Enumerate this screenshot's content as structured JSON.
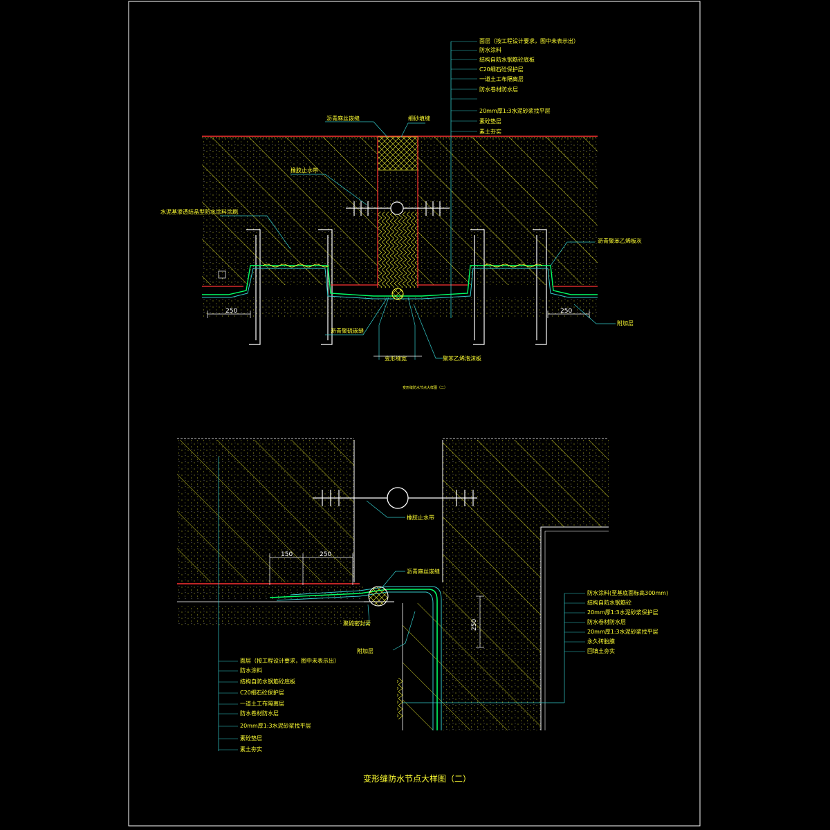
{
  "detail_top": {
    "layer_callout": [
      "面层（按工程设计要求，图中未表示出）",
      "防水涂料",
      "结构自防水钢筋砼底板",
      "C20细石砼保护层",
      "一道土工布隔离层",
      "防水卷材防水层",
      "20mm厚1:3水泥砂浆找平层",
      "素砼垫层",
      "素土夯实"
    ],
    "labels": {
      "sealant_top": "沥青麻丝嵌缝",
      "sand_fill": "细砂填缝",
      "waterstop": "橡胶止水带",
      "membrane_left": "水泥基渗透结晶型防水涂料涂刷",
      "cover_right": "沥青聚苯乙烯板灰",
      "sealant_bottom": "沥青聚硫嵌缝",
      "joint_width": "变形缝宽",
      "pe_board": "聚苯乙烯泡沫板",
      "additional_layer": "附加层"
    },
    "dim_250": "250",
    "caption": "变形缝防水节点大样图（二）"
  },
  "detail_bottom": {
    "labels": {
      "waterstop": "橡胶止水带",
      "sealant": "沥青麻丝嵌缝",
      "caulk": "聚硫密封膏",
      "additional_layer": "附加层"
    },
    "dims": {
      "d150": "150",
      "d250": "250",
      "d250v": "250"
    },
    "wall_layers": [
      "防水涂料(至基底面标高300mm)",
      "结构自防水钢筋砼",
      "20mm厚1:3水泥砂浆保护层",
      "防水卷材防水层",
      "20mm厚1:3水泥砂浆找平层",
      "永久砖胎膜",
      "回填土夯实"
    ],
    "floor_layers": [
      "面层（按工程设计要求，图中未表示出）",
      "防水涂料",
      "结构自防水钢筋砼底板",
      "C20细石砼保护层",
      "一道土工布隔离层",
      "防水卷材防水层",
      "20mm厚1:3水泥砂浆找平层",
      "素砼垫层",
      "素土夯实"
    ]
  },
  "title": "变形缝防水节点大样图（二）",
  "colors": {
    "frame": "#ffffff",
    "concrete_hatch": "#ffff33",
    "callout": "#33cccc",
    "membrane": "#00ff66",
    "red_line": "#ff3333",
    "bar": "#ffffff"
  }
}
